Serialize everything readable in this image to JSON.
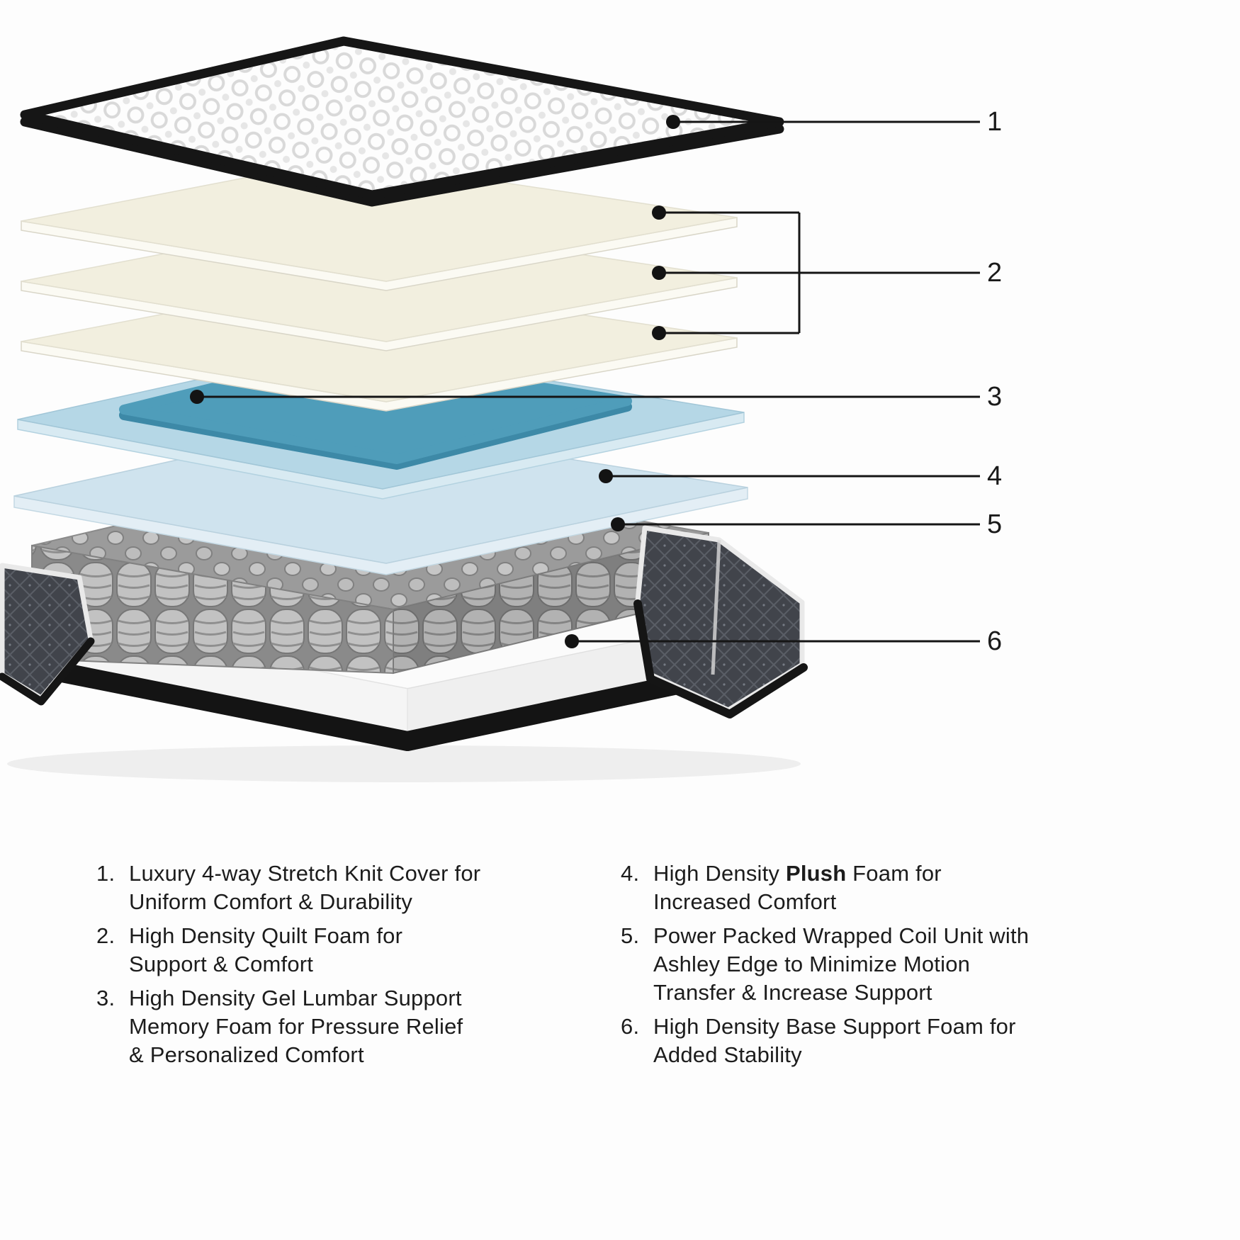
{
  "callouts": {
    "labels": [
      "1",
      "2",
      "3",
      "4",
      "5",
      "6"
    ]
  },
  "layers": [
    {
      "id": "1",
      "name": "stretch-knit-cover"
    },
    {
      "id": "2",
      "name": "quilt-foam-layers"
    },
    {
      "id": "3",
      "name": "gel-lumbar-memory-foam"
    },
    {
      "id": "4",
      "name": "plush-foam"
    },
    {
      "id": "5",
      "name": "wrapped-coil-unit"
    },
    {
      "id": "6",
      "name": "base-support-foam"
    }
  ],
  "colors": {
    "ink": "#1a1a1a",
    "cover_edge": "#161616",
    "foam_cream": "#f2efdf",
    "gel_light": "#b5d7e6",
    "gel_dark": "#4f9dba",
    "plush_blue": "#cfe3ee",
    "coil_gray": "#c2c2c2",
    "fabric_charcoal": "#41444b"
  },
  "legend": {
    "items_left": [
      {
        "num": "1.",
        "lines": [
          "Luxury 4-way Stretch Knit Cover for",
          "Uniform Comfort & Durability"
        ]
      },
      {
        "num": "2.",
        "lines": [
          "High Density Quilt Foam for",
          "Support & Comfort"
        ]
      },
      {
        "num": "3.",
        "lines": [
          "High Density Gel Lumbar Support",
          "Memory Foam for Pressure Relief",
          "& Personalized Comfort"
        ]
      }
    ],
    "items_right": [
      {
        "num": "4.",
        "line1": {
          "prefix": "High Density ",
          "bold": "Plush",
          "suffix": " Foam for"
        },
        "lines": [
          "Increased Comfort"
        ]
      },
      {
        "num": "5.",
        "lines": [
          "Power Packed Wrapped Coil Unit with",
          "Ashley Edge to Minimize Motion",
          "Transfer & Increase Support"
        ]
      },
      {
        "num": "6.",
        "lines": [
          "High Density Base Support Foam for",
          "Added Stability"
        ]
      }
    ]
  }
}
